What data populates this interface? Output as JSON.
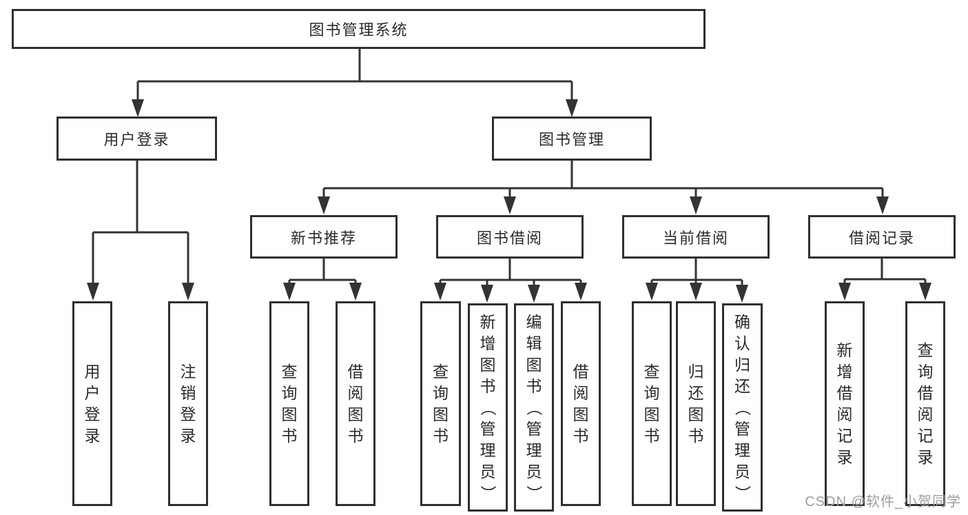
{
  "tree": {
    "root": {
      "label": "图书管理系统"
    },
    "branches": [
      {
        "label": "用户登录",
        "children": [
          "用户登录",
          "注销登录"
        ]
      },
      {
        "label": "图书管理",
        "groups": [
          {
            "label": "新书推荐",
            "children": [
              "查询图书",
              "借阅图书"
            ]
          },
          {
            "label": "图书借阅",
            "children": [
              "查询图书",
              "新增图书（管理员）",
              "编辑图书（管理员）",
              "借阅图书"
            ]
          },
          {
            "label": "当前借阅",
            "children": [
              "查询图书",
              "归还图书",
              "确认归还（管理员）"
            ]
          },
          {
            "label": "借阅记录",
            "children": [
              "新增借阅记录",
              "查询借阅记录"
            ]
          }
        ]
      }
    ]
  },
  "watermark": {
    "text": "CSDN @软件_小贺同学"
  },
  "colors": {
    "line": "#333333",
    "border": "#2f2f2f",
    "text": "#2b2b2b",
    "background": "#ffffff",
    "watermark": "#9e9e9e"
  }
}
